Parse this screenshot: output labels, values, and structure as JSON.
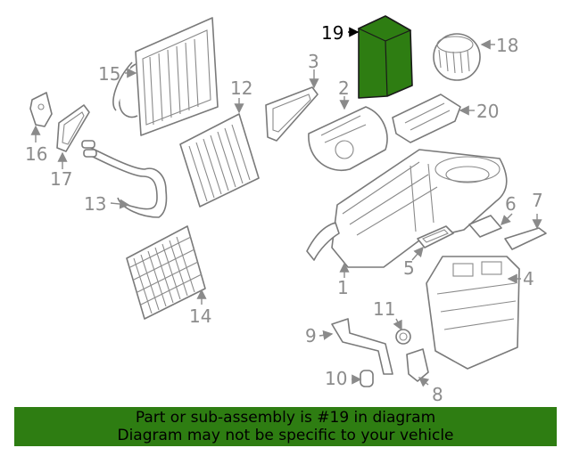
{
  "colors": {
    "highlight": "#2e7d12",
    "banner": "#2e7d12",
    "line": "#7a7a7a"
  },
  "highlighted_part": "19",
  "callouts": {
    "p1": "1",
    "p2": "2",
    "p3": "3",
    "p4": "4",
    "p5": "5",
    "p6": "6",
    "p7": "7",
    "p8": "8",
    "p9": "9",
    "p10": "10",
    "p11": "11",
    "p12": "12",
    "p13": "13",
    "p14": "14",
    "p15": "15",
    "p16": "16",
    "p17": "17",
    "p18": "18",
    "p19": "19",
    "p20": "20"
  },
  "banner": {
    "line1": "Part or sub-assembly is #19 in diagram",
    "line2": "Diagram may not be specific to your vehicle"
  }
}
